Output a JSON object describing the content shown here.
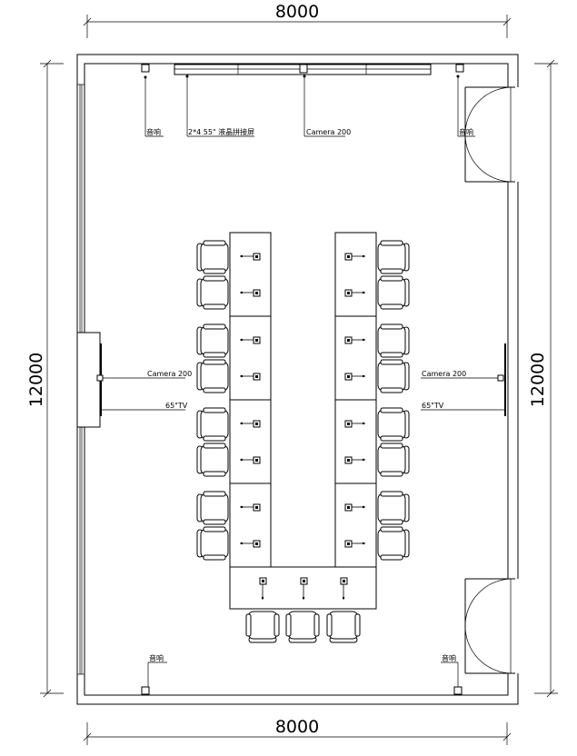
{
  "dimensions": {
    "top_width": "8000",
    "bottom_width": "8000",
    "left_height": "12000",
    "right_height": "12000"
  },
  "labels": {
    "speaker_top_left": "音响",
    "video_wall": "2*4 55\" 液晶拼接屏",
    "camera_top": "Camera 200",
    "speaker_top_right": "音响",
    "camera_left": "Camera 200",
    "tv_left": "65\"TV",
    "camera_right": "Camera 200",
    "tv_right": "65\"TV",
    "speaker_bottom_left": "音响",
    "speaker_bottom_right": "音响"
  }
}
